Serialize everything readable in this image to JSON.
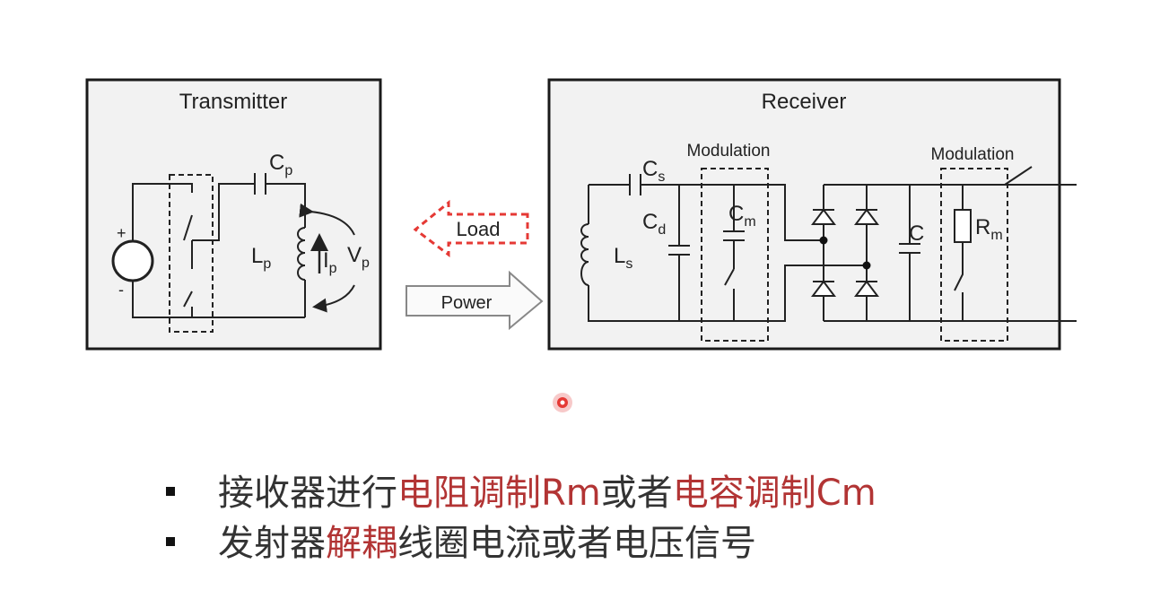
{
  "transmitter": {
    "title": "Transmitter",
    "Cp": "C",
    "Cp_sub": "p",
    "Lp": "L",
    "Lp_sub": "p",
    "Ip": "I",
    "Ip_sub": "p",
    "Vp": "V",
    "Vp_sub": "p",
    "plus": "+",
    "minus": "-"
  },
  "arrows": {
    "load": "Load",
    "power": "Power",
    "load_color": "#e53935"
  },
  "receiver": {
    "title": "Receiver",
    "modulation_1": "Modulation",
    "modulation_2": "Modulation",
    "Cs": "C",
    "Cs_sub": "s",
    "Cd": "C",
    "Cd_sub": "d",
    "Cm": "C",
    "Cm_sub": "m",
    "Ls": "L",
    "Ls_sub": "s",
    "C": "C",
    "Rm": "R",
    "Rm_sub": "m"
  },
  "bullets": [
    {
      "p1": "接收器进行",
      "r1": "电阻调制Rm",
      "p2": "或者",
      "r2": "电容调制Cm"
    },
    {
      "p1": "发射器",
      "r1": "解耦",
      "p2": "线圈电流或者电压信号",
      "r2": ""
    }
  ],
  "colors": {
    "highlight": "#b23434",
    "pointer": "#e53935"
  }
}
